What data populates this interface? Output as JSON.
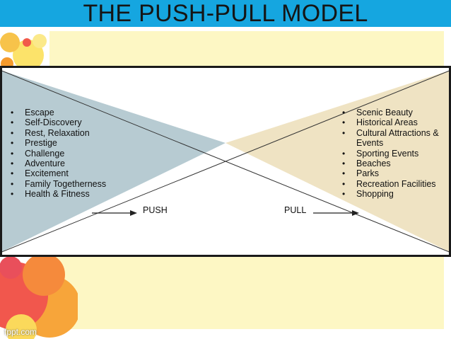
{
  "title": "THE PUSH-PULL MODEL",
  "push": {
    "items": [
      "Escape",
      "Self-Discovery",
      "Rest, Relaxation",
      "Prestige",
      "Challenge",
      "Adventure",
      "Excitement",
      "Family Togetherness",
      "Health & Fitness"
    ],
    "label": "PUSH",
    "color": "#b7cbd2"
  },
  "pull": {
    "items": [
      "Scenic Beauty",
      "Historical Areas",
      "Cultural Attractions & Events",
      "Sporting Events",
      "Beaches",
      "Parks",
      "Recreation Facilities",
      "Shopping"
    ],
    "label": "PULL",
    "color": "#efe3c3"
  },
  "watermark": "fppt.com",
  "colors": {
    "title_bar": "#15a6e0",
    "panel": "#fdf7c4"
  }
}
